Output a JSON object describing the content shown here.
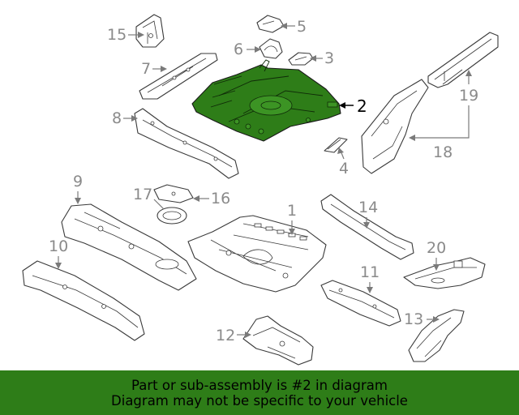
{
  "callouts": [
    {
      "num": "1",
      "label": "1"
    },
    {
      "num": "2",
      "label": "2"
    },
    {
      "num": "3",
      "label": "3"
    },
    {
      "num": "4",
      "label": "4"
    },
    {
      "num": "5",
      "label": "5"
    },
    {
      "num": "6",
      "label": "6"
    },
    {
      "num": "7",
      "label": "7"
    },
    {
      "num": "8",
      "label": "8"
    },
    {
      "num": "9",
      "label": "9"
    },
    {
      "num": "10",
      "label": "10"
    },
    {
      "num": "11",
      "label": "11"
    },
    {
      "num": "12",
      "label": "12"
    },
    {
      "num": "13",
      "label": "13"
    },
    {
      "num": "14",
      "label": "14"
    },
    {
      "num": "15",
      "label": "15"
    },
    {
      "num": "16",
      "label": "16"
    },
    {
      "num": "17",
      "label": "17"
    },
    {
      "num": "18",
      "label": "18"
    },
    {
      "num": "19",
      "label": "19"
    },
    {
      "num": "20",
      "label": "20"
    }
  ],
  "highlighted_part": "2",
  "colors": {
    "highlight": "#2e7d18",
    "banner_bg": "#2e7d18",
    "banner_text": "#000000",
    "callout_text": "#8a8a8a"
  },
  "banner": {
    "line1": "Part or sub-assembly is #2 in diagram",
    "line2": "Diagram may not be specific to your vehicle"
  }
}
